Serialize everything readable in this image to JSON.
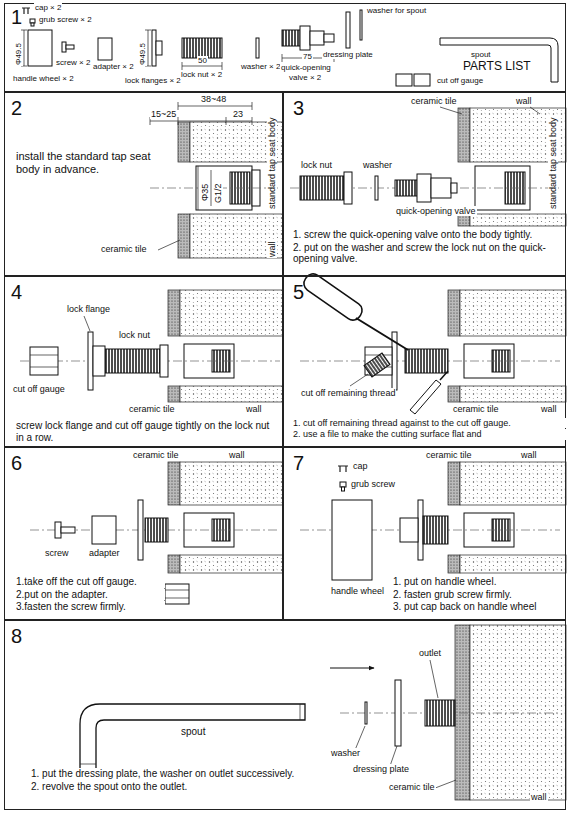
{
  "diagram": {
    "nodes": [
      {
        "text": [
          "1",
          "cap × 2",
          "grub screw × 2",
          "Φ49.5",
          "handle wheel × 2",
          "screw × 2",
          "adapter × 2",
          "Φ49.5",
          "lock flanges × 2",
          "50",
          "lock nut × 2",
          "washer × 2",
          "75",
          "quick-opening",
          "valve × 2",
          "dressing plate",
          "washer for spout",
          "spout",
          "PARTS LIST",
          "cut off gauge"
        ]
      },
      {
        "text": [
          "2",
          "15~25",
          "38~48",
          "23",
          "Φ35",
          "G1/2",
          "install the standard tap seat body in advance.",
          "standard tap seat body",
          "ceramic tile",
          "wall"
        ]
      },
      {
        "text": [
          "3",
          "ceramic tile",
          "wall",
          "lock nut",
          "washer",
          "quick-opening valve",
          "standard tap seat body",
          "1. screw the quick-opening valve onto the body tightly.",
          "2. put on the washer and screw the lock nut on the quick-opening valve."
        ]
      },
      {
        "text": [
          "4",
          "lock flange",
          "lock nut",
          "cut off gauge",
          "ceramic tile",
          "wall",
          "screw lock flange and cut off gauge tightly on the lock nut in a row."
        ]
      },
      {
        "text": [
          "5",
          "cut off remaining thread",
          "ceramic tile",
          "wall",
          "1. cut off remaining thread against to the cut off gauge.",
          "2. use a file to make the cutting surface flat and"
        ]
      },
      {
        "text": [
          "6",
          "ceramic tile",
          "wall",
          "screw",
          "adapter",
          "1.take off the cut off gauge.",
          "2.put on the adapter.",
          "3.fasten the screw firmly."
        ]
      },
      {
        "text": [
          "7",
          "cap",
          "grub screw",
          "ceramic tile",
          "wall",
          "handle wheel",
          "1. put on handle wheel.",
          "2. fasten grub screw firmly.",
          "3. put cap back on handle wheel"
        ]
      },
      {
        "text": [
          "8",
          "spout",
          "outlet",
          "washer",
          "dressing plate",
          "ceramic tile",
          "wall",
          "1. put the dressing plate, the washer on outlet successively.",
          "2. revolve the spout onto the outlet."
        ]
      }
    ]
  }
}
